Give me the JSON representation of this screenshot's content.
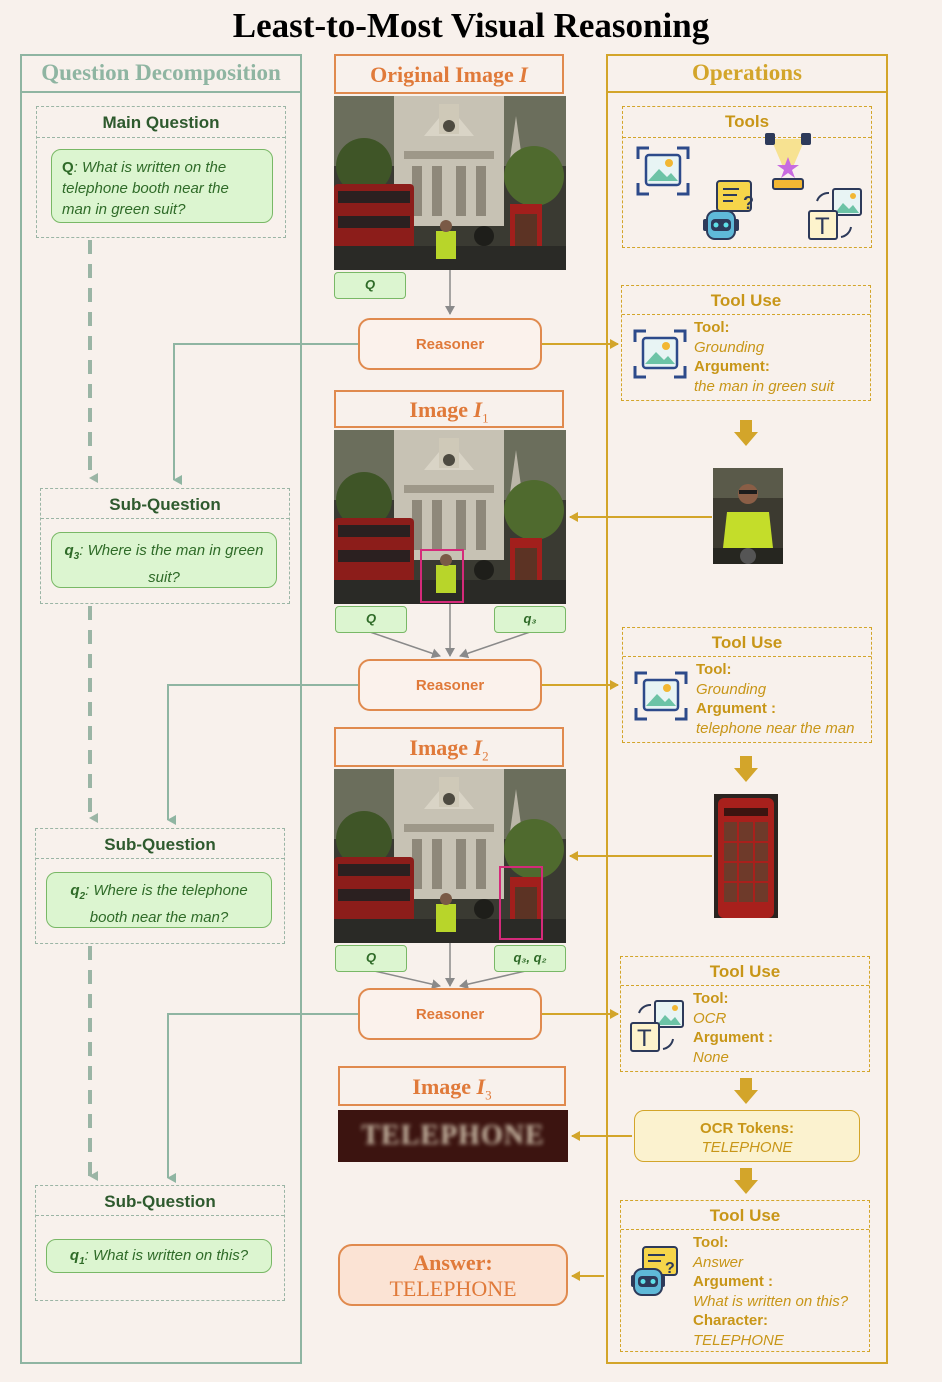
{
  "title": "Least-to-Most Visual Reasoning",
  "columns": {
    "decomposition": "Question Decomposition",
    "images": "Original Image",
    "images_var": "I",
    "operations": "Operations"
  },
  "main_question": {
    "heading": "Main Question",
    "label": "Q",
    "text": ": What is written on the telephone booth near the man in green suit?"
  },
  "sub_questions": [
    {
      "heading": "Sub-Question",
      "label": "q",
      "sub": "3",
      "text": ": Where is the man in green suit?"
    },
    {
      "heading": "Sub-Question",
      "label": "q",
      "sub": "2",
      "text": ": Where is the telephone booth near the man?"
    },
    {
      "heading": "Sub-Question",
      "label": "q",
      "sub": "1",
      "text": ": What is written on this?"
    }
  ],
  "tags": {
    "q": "Q",
    "q3": "q₃",
    "q3q2": "q₃, q₂"
  },
  "reasoner_label": "Reasoner",
  "images": [
    {
      "title": "Image",
      "var": "I",
      "sub": "1"
    },
    {
      "title": "Image",
      "var": "I",
      "sub": "2"
    },
    {
      "title": "Image",
      "var": "I",
      "sub": "3"
    }
  ],
  "crop_text": "TELEPHONE",
  "tools": {
    "heading": "Tools",
    "icons": [
      "grounding-icon",
      "answer-robot-icon",
      "document-question-icon",
      "trophy-spotlight-icon",
      "ocr-icon"
    ]
  },
  "tool_uses": [
    {
      "heading": "Tool Use",
      "tool_key": "Tool:",
      "tool": "Grounding",
      "arg_key": "Argument:",
      "arg": "the man in green suit"
    },
    {
      "heading": "Tool Use",
      "tool_key": "Tool:",
      "tool": "Grounding",
      "arg_key": "Argument :",
      "arg": "telephone near the man"
    },
    {
      "heading": "Tool Use",
      "tool_key": "Tool:",
      "tool": "OCR",
      "arg_key": "Argument :",
      "arg": "None"
    },
    {
      "heading": "Tool Use",
      "tool_key": "Tool:",
      "tool": "Answer",
      "arg_key": "Argument :",
      "arg": "What is written on this?",
      "char_key": "Character:",
      "char": "TELEPHONE"
    }
  ],
  "ocr_tokens": {
    "label": "OCR Tokens:",
    "value": "TELEPHONE"
  },
  "answer": {
    "label": "Answer:",
    "value": "TELEPHONE"
  },
  "colors": {
    "green": "#8fb5a2",
    "orange": "#e08a4e",
    "gold": "#d3a52a",
    "background": "#f8f1ec"
  }
}
